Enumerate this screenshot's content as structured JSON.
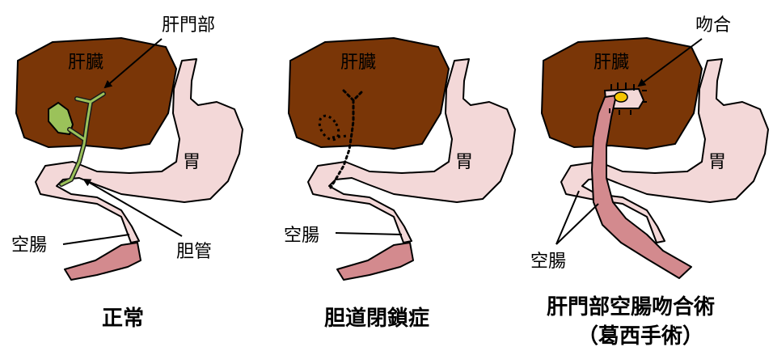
{
  "panels": [
    {
      "caption": "正常",
      "labels": {
        "liver": "肝臓",
        "stomach": "胃",
        "jejunum": "空腸",
        "hilum": "肝門部",
        "bile_duct": "胆管"
      }
    },
    {
      "caption": "胆道閉鎖症",
      "labels": {
        "liver": "肝臓",
        "stomach": "胃",
        "jejunum": "空腸"
      }
    },
    {
      "caption_line1": "肝門部空腸吻合術",
      "caption_line2": "（葛西手術）",
      "labels": {
        "liver": "肝臓",
        "stomach": "胃",
        "jejunum": "空腸",
        "anastomosis": "吻合"
      }
    }
  ],
  "colors": {
    "liver": "#7a3607",
    "stomach": "#f3d8d8",
    "jejunum_dark": "#d38a8e",
    "gallbladder": "#9bc25a",
    "anastomosis_fill": "#f5c400"
  }
}
